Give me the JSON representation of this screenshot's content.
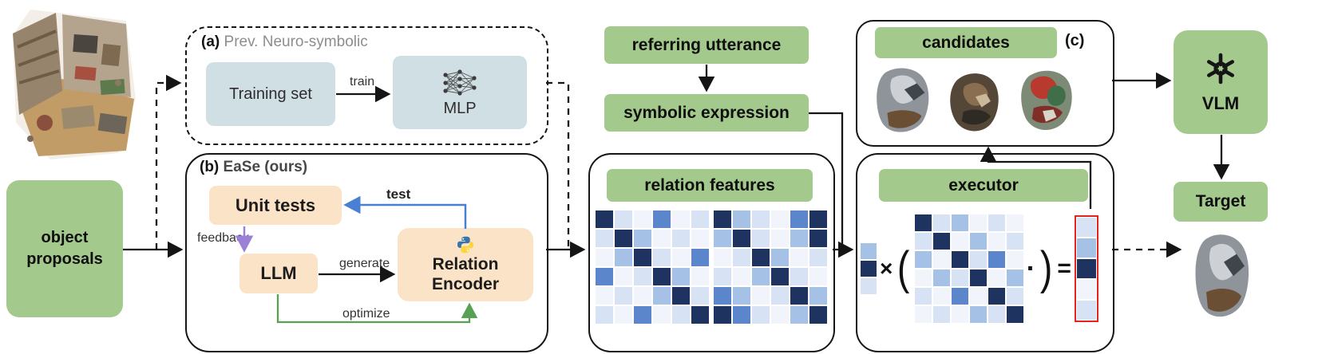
{
  "colors": {
    "green": "#a3c98c",
    "peach": "#fbe3c7",
    "bluegray": "#cfdfe4",
    "arrow_black": "#151515",
    "arrow_blue": "#4a7fd4",
    "arrow_purple": "#9b80d6",
    "arrow_green": "#56a152",
    "red_highlight": "#e3231d",
    "heat": [
      "#f1f5fb",
      "#d7e3f4",
      "#a6c1e6",
      "#5b86cc",
      "#1e335f"
    ]
  },
  "icons": {
    "scene": "point-cloud-scene-image",
    "neural_network": "neural-network-icon",
    "python": "python-logo-icon",
    "openai": "openai-logo-icon"
  },
  "object_proposals": {
    "label": "object proposals"
  },
  "panel_a": {
    "tag": "(a)",
    "title": "Prev. Neuro-symbolic",
    "training_set": "Training set",
    "train_label": "train",
    "mlp": "MLP"
  },
  "panel_b": {
    "tag": "(b)",
    "title": "EaSe (ours)",
    "unit_tests": "Unit tests",
    "llm": "LLM",
    "relation_encoder": "Relation Encoder",
    "test_label": "test",
    "feedback_label": "feedback",
    "generate_label": "generate",
    "optimize_label": "optimize"
  },
  "pipeline": {
    "referring_utterance": "referring utterance",
    "symbolic_expression": "symbolic expression"
  },
  "relation_features": {
    "title": "relation features",
    "matrix_left": [
      [
        4,
        1,
        0,
        3,
        0,
        1
      ],
      [
        1,
        4,
        2,
        0,
        1,
        0
      ],
      [
        0,
        2,
        4,
        1,
        0,
        3
      ],
      [
        3,
        0,
        1,
        4,
        2,
        0
      ],
      [
        0,
        1,
        0,
        2,
        4,
        1
      ],
      [
        1,
        0,
        3,
        0,
        1,
        4
      ]
    ],
    "matrix_right": [
      [
        4,
        2,
        1,
        0,
        3,
        4
      ],
      [
        2,
        4,
        1,
        0,
        2,
        4
      ],
      [
        0,
        1,
        4,
        2,
        0,
        1
      ],
      [
        1,
        0,
        2,
        4,
        1,
        0
      ],
      [
        3,
        2,
        0,
        1,
        4,
        2
      ],
      [
        4,
        3,
        1,
        0,
        2,
        4
      ]
    ]
  },
  "executor": {
    "title": "executor",
    "vector_in": [
      2,
      4,
      1
    ],
    "matrix": [
      [
        4,
        1,
        2,
        0,
        1,
        0
      ],
      [
        1,
        4,
        0,
        2,
        0,
        1
      ],
      [
        2,
        0,
        4,
        1,
        3,
        0
      ],
      [
        0,
        2,
        1,
        4,
        0,
        2
      ],
      [
        1,
        0,
        3,
        0,
        4,
        1
      ],
      [
        0,
        1,
        0,
        2,
        1,
        4
      ]
    ],
    "vector_out": [
      1,
      2,
      4,
      0,
      1
    ],
    "tokens": {
      "times": "×",
      "open": "(",
      "dot": "·",
      "close": ")",
      "equals": "="
    }
  },
  "candidates": {
    "title": "candidates",
    "tag": "(c)"
  },
  "vlm": {
    "label": "VLM"
  },
  "target": {
    "label": "Target"
  }
}
